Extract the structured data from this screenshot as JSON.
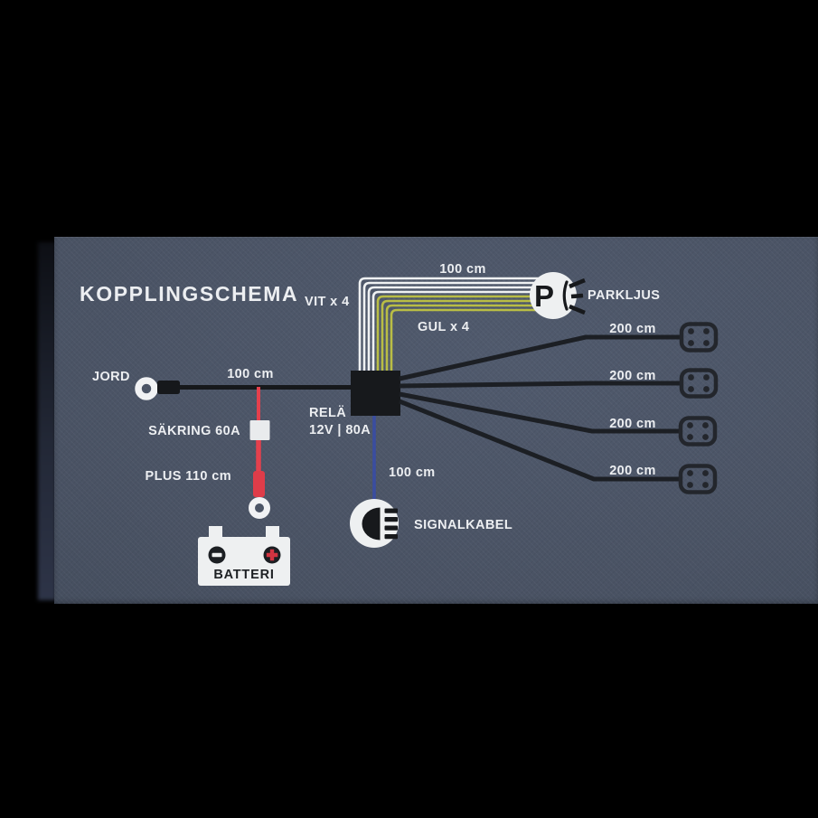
{
  "window": {
    "title": "KOPPLINGSCHEMA"
  },
  "colors": {
    "background": "#000000",
    "card": "#4a5364",
    "wire_white": "#eff1f2",
    "wire_yellow": "#b9bd45",
    "wire_red": "#e5404d",
    "wire_blue": "#3a4da0",
    "wire_black": "#1c1f24",
    "icon_bg": "#eef0f1",
    "text": "#eceef1"
  },
  "ground": {
    "label": "JORD",
    "length": "100 cm"
  },
  "fuse": {
    "label": "SÄKRING 60A"
  },
  "plus_wire": {
    "label": "PLUS 110 cm"
  },
  "battery": {
    "label": "BATTERI",
    "minus_symbol": "−",
    "plus_symbol": "+"
  },
  "relay": {
    "name": "RELÄ",
    "spec": "12V | 80A"
  },
  "bundle": {
    "white": "VIT x 4",
    "yellow": "GUL x 4",
    "length": "100 cm"
  },
  "parking": {
    "letter": "P",
    "label": "PARKLJUS"
  },
  "outputs": {
    "lengths": [
      "200 cm",
      "200 cm",
      "200 cm",
      "200 cm"
    ]
  },
  "signal": {
    "length": "100 cm",
    "label": "SIGNALKABEL"
  }
}
